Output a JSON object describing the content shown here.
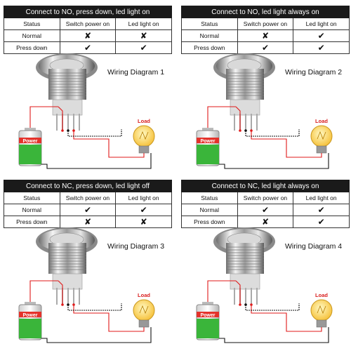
{
  "columns": [
    "Status",
    "Switch power on",
    "Led light on"
  ],
  "rows": [
    "Normal",
    "Press down"
  ],
  "marks": {
    "yes": "✔",
    "no": "✘"
  },
  "power_label": "Power",
  "load_label": "Load",
  "colors": {
    "wire_red": "#e01a1a",
    "wire_black": "#111111",
    "battery_green": "#3ab53a",
    "power_red": "#e4322b"
  },
  "panels": [
    {
      "header": "Connect to NO, press down, led light on",
      "diagram_title": "Wiring Diagram 1",
      "cells": [
        [
          "no",
          "no"
        ],
        [
          "yes",
          "yes"
        ]
      ]
    },
    {
      "header": "Connect to NO, led light always on",
      "diagram_title": "Wiring Diagram 2",
      "cells": [
        [
          "no",
          "yes"
        ],
        [
          "yes",
          "yes"
        ]
      ]
    },
    {
      "header": "Connect to NC, press down, led light off",
      "diagram_title": "Wiring Diagram 3",
      "cells": [
        [
          "yes",
          "yes"
        ],
        [
          "no",
          "no"
        ]
      ]
    },
    {
      "header": "Connect to NC, led light always on",
      "diagram_title": "Wiring Diagram 4",
      "cells": [
        [
          "yes",
          "yes"
        ],
        [
          "no",
          "yes"
        ]
      ]
    }
  ]
}
